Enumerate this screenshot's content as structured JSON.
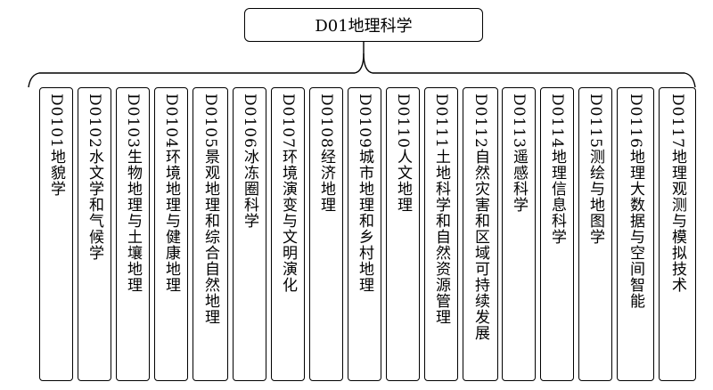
{
  "root": {
    "title": "D01地理科学"
  },
  "children": [
    {
      "label": "D0101地貌学"
    },
    {
      "label": "D0102水文学和气候学"
    },
    {
      "label": "D0103生物地理与土壤地理"
    },
    {
      "label": "D0104环境地理与健康地理"
    },
    {
      "label": "D0105景观地理和综合自然地理"
    },
    {
      "label": "D0106冰冻圈科学"
    },
    {
      "label": "D0107环境演变与文明演化"
    },
    {
      "label": "D0108经济地理"
    },
    {
      "label": "D0109城市地理和乡村地理"
    },
    {
      "label": "D0110人文地理"
    },
    {
      "label": "D0111土地科学和自然资源管理"
    },
    {
      "label": "D0112自然灾害和区域可持续发展"
    },
    {
      "label": "D0113遥感科学"
    },
    {
      "label": "D0114地理信息科学"
    },
    {
      "label": "D0115测绘与地图学"
    },
    {
      "label": "D0116地理大数据与空间智能"
    },
    {
      "label": "D0117地理观测与模拟技术"
    }
  ]
}
